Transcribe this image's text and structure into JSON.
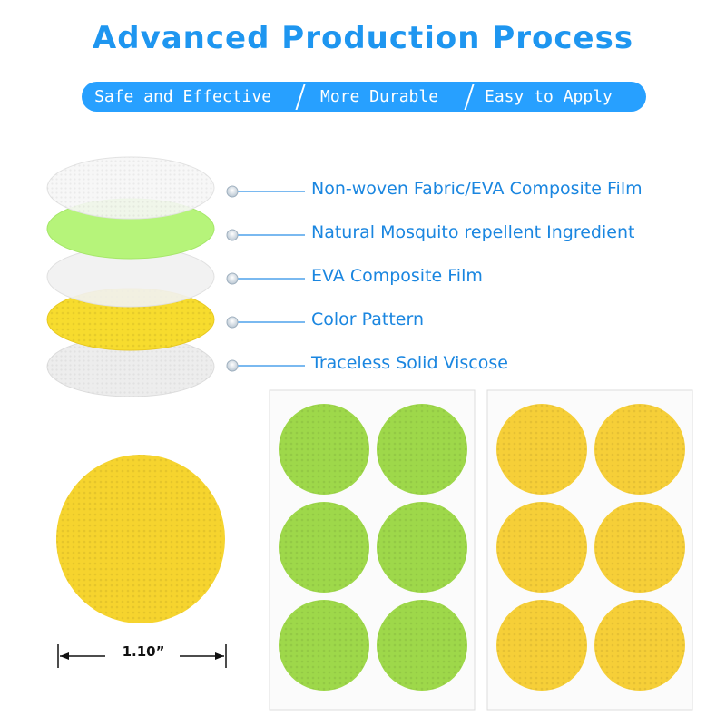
{
  "title": "Advanced Production Process",
  "banner": {
    "items": [
      "Safe and Effective",
      "More Durable",
      "Easy to Apply"
    ],
    "color": "#27a0ff"
  },
  "layers": [
    {
      "label": "Non-woven Fabric/EVA Composite Film",
      "color": "#f4f4f4"
    },
    {
      "label": "Natural Mosquito repellent Ingredient",
      "color": "#b8f57a"
    },
    {
      "label": "EVA Composite Film",
      "color": "#f2f2f2"
    },
    {
      "label": "Color Pattern",
      "color": "#f7dc2e"
    },
    {
      "label": "Traceless Solid Viscose",
      "color": "#eeeeee"
    }
  ],
  "dimension": "1.10”",
  "sheets": [
    {
      "patch_color": "#9ed84a",
      "patch_count": 6
    },
    {
      "patch_color": "#f6cf38",
      "patch_count": 6
    }
  ],
  "single_patch_color": "#f6d42e",
  "label_color": "#1a86e0"
}
